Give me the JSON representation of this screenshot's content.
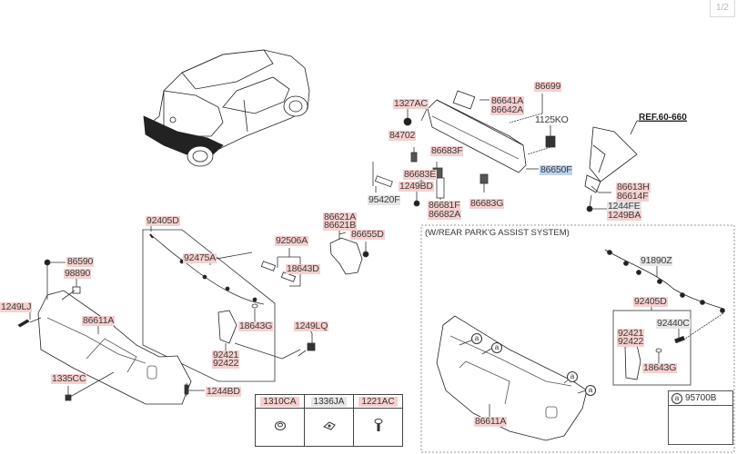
{
  "page_indicator": "1/2",
  "reference": "REF.60-660",
  "section_title": "(W/REAR PARK'G ASSIST SYSTEM)",
  "highlight_colors": {
    "part_red": "#f6cfcf",
    "part_gray": "#e6e6e6",
    "part_blue": "#bcd3f0"
  },
  "labels": {
    "p1327AC": "1327AC",
    "p86641A": "86641A",
    "p86642A": "86642A",
    "p86699": "86699",
    "p1125KO": "1125KO",
    "p84702": "84702",
    "p86683F": "86683F",
    "p86683E": "86683E",
    "p86650F": "86650F",
    "p1249BD": "1249BD",
    "p95420F": "95420F",
    "p86681F": "86681F",
    "p86682A": "86682A",
    "p86683G": "86683G",
    "p86613H": "86613H",
    "p86614F": "86614F",
    "p1244FE": "1244FE",
    "p1249BA": "1249BA",
    "p92405D_left": "92405D",
    "p92475A": "92475A",
    "p92506A": "92506A",
    "p18643D": "18643D",
    "p86621A": "86621A",
    "p86621B": "86621B",
    "p86655D": "86655D",
    "p18643G_left": "18643G",
    "p92421_left": "92421",
    "p92422_left": "92422",
    "p1249LQ": "1249LQ",
    "p86590": "86590",
    "p98890": "98890",
    "p1249LJ": "1249LJ",
    "p86611A_left": "86611A",
    "p1335CC": "1335CC",
    "p1244BD": "1244BD",
    "p91890Z": "91890Z",
    "p92405D_right": "92405D",
    "p92421_right": "92421",
    "p92422_right": "92422",
    "p92440C": "92440C",
    "p18643G_right": "18643G",
    "p86611A_right": "86611A"
  },
  "fastener_table": {
    "headers": [
      "1310CA",
      "1336JA",
      "1221AC"
    ],
    "icons": [
      "nut-icon",
      "clip-nut-icon",
      "screw-icon"
    ]
  },
  "kit_box": {
    "callout": "a",
    "part": "95700B",
    "icon": "sensor-icon"
  },
  "callout_letter": "a"
}
